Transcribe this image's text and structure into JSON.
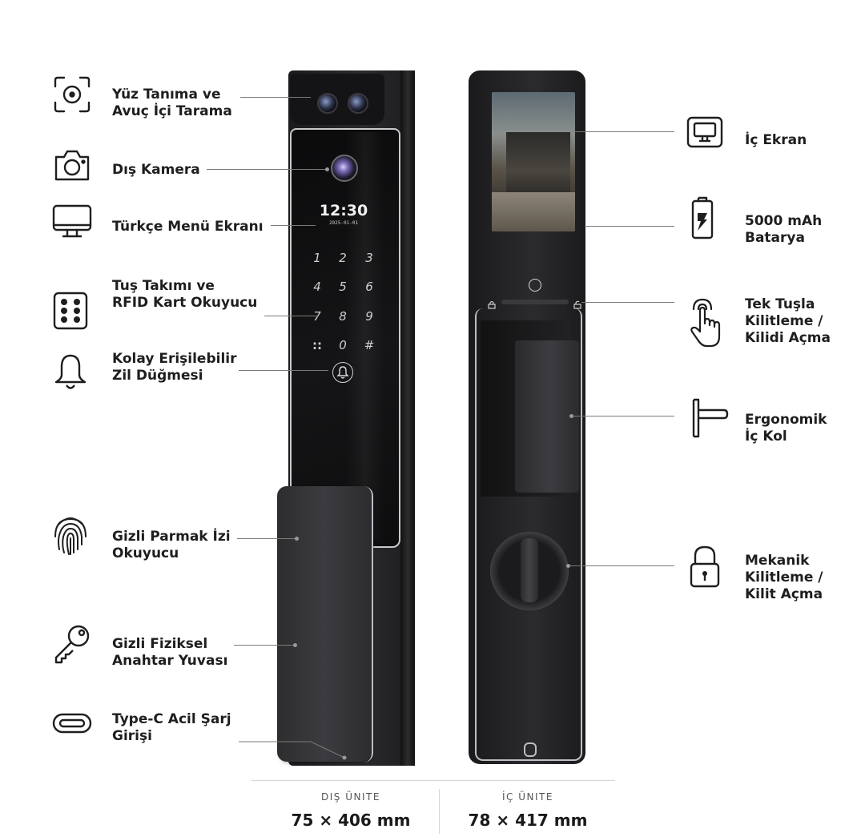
{
  "left_features": [
    {
      "icon": "face-scan-icon",
      "label": "Yüz Tanıma ve\nAvuç İçi Tarama"
    },
    {
      "icon": "camera-icon",
      "label": "Dış Kamera"
    },
    {
      "icon": "monitor-icon",
      "label": "Türkçe Menü Ekranı"
    },
    {
      "icon": "keypad-icon",
      "label": "Tuş Takımı ve\nRFID Kart Okuyucu"
    },
    {
      "icon": "bell-icon",
      "label": "Kolay Erişilebilir\nZil Düğmesi"
    },
    {
      "icon": "fingerprint-icon",
      "label": "Gizli Parmak İzi\nOkuyucu"
    },
    {
      "icon": "key-icon",
      "label": "Gizli Fiziksel\nAnahtar Yuvası"
    },
    {
      "icon": "usb-c-icon",
      "label": "Type-C Acil Şarj\nGirişi"
    }
  ],
  "right_features": [
    {
      "icon": "screen-icon",
      "label": "İç Ekran"
    },
    {
      "icon": "battery-icon",
      "label": "5000 mAh\nBatarya"
    },
    {
      "icon": "touch-icon",
      "label": "Tek Tuşla\nKilitleme /\nKilidi Açma"
    },
    {
      "icon": "handle-icon",
      "label": "Ergonomik\nİç Kol"
    },
    {
      "icon": "padlock-icon",
      "label": "Mekanik\nKilitleme /\nKilit Açma"
    }
  ],
  "device_screen": {
    "time": "12:30",
    "date": "2025-01-01"
  },
  "keypad": [
    "1",
    "2",
    "3",
    "4",
    "5",
    "6",
    "7",
    "8",
    "9",
    "::",
    "0",
    "#"
  ],
  "dimensions": [
    {
      "title": "DIŞ ÜNITE",
      "value": "75 × 406 mm"
    },
    {
      "title": "İÇ ÜNITE",
      "value": "78 × 417 mm"
    }
  ],
  "colors": {
    "body": "#2a2a2d",
    "text": "#1e1e1e",
    "leader": "#7a7a7a"
  }
}
